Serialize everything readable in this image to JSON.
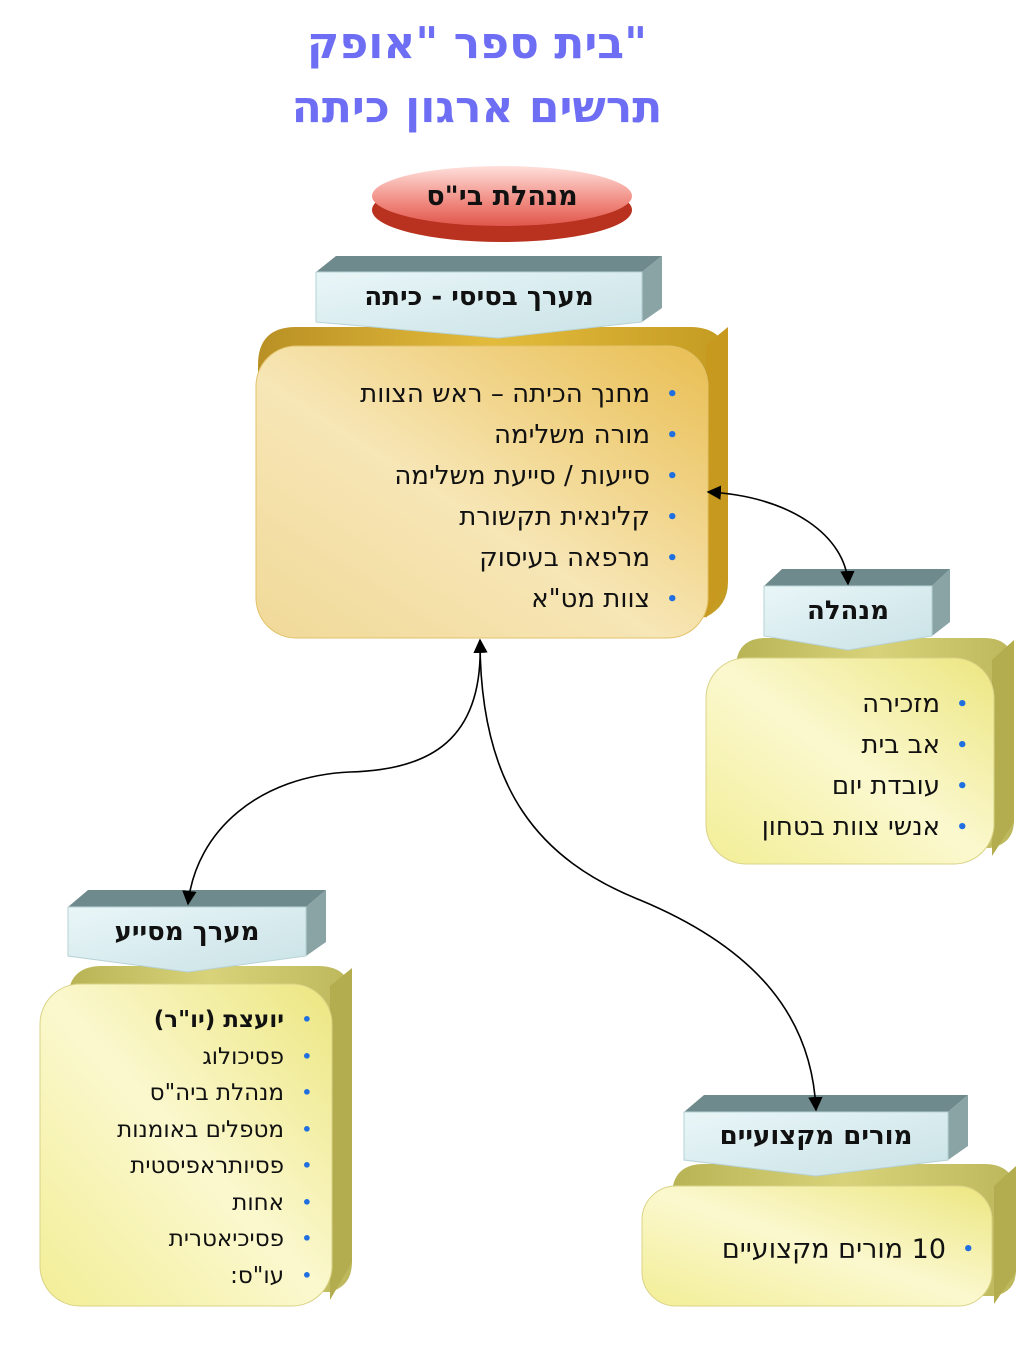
{
  "title": {
    "line1": "בית ספר \"אופק\"",
    "line2": "תרשים ארגון כיתה"
  },
  "top_node": {
    "label": "מנהלת בי\"ס"
  },
  "basic_system": {
    "header": "מערך בסיסי - כיתה",
    "items": [
      {
        "text": "מחנך הכיתה – ראש הצוות"
      },
      {
        "text": "מורה משלימה"
      },
      {
        "text": "סייעות / סייעת משלימה"
      },
      {
        "text": "קלינאית תקשורת"
      },
      {
        "text": "מרפאה בעיסוק"
      },
      {
        "text": "צוות מט\"א"
      }
    ]
  },
  "management": {
    "header": "מנהלה",
    "items": [
      {
        "text": "מזכירה"
      },
      {
        "text": "אב בית"
      },
      {
        "text": "עובדת יום"
      },
      {
        "text": "אנשי צוות בטחון"
      }
    ]
  },
  "support_system": {
    "header": "מערך מסייע",
    "items": [
      {
        "text": "יועצת (יו\"ר)",
        "bold": true
      },
      {
        "text": "פסיכולוג"
      },
      {
        "text": "מנהלת ביה\"ס"
      },
      {
        "text": "מטפלים באומנות"
      },
      {
        "text": "פסיותראפיסטית"
      },
      {
        "text": "אחות"
      },
      {
        "text": "פסיכיאטרית"
      },
      {
        "text": "עו\"ס:"
      }
    ]
  },
  "professional_teachers": {
    "header": "מורים מקצועיים",
    "items": [
      {
        "text": "10 מורים מקצועיים"
      }
    ]
  },
  "colors": {
    "title": "#6e6ef5",
    "bullet": "#1f6fe0",
    "oval": "#e8564a",
    "main_panel": "#f2d583",
    "side_panel": "#f6f0a0",
    "header_face": "#d7ecef",
    "header_top": "#6f8a8c"
  },
  "icons": {
    "bullet": "•"
  }
}
